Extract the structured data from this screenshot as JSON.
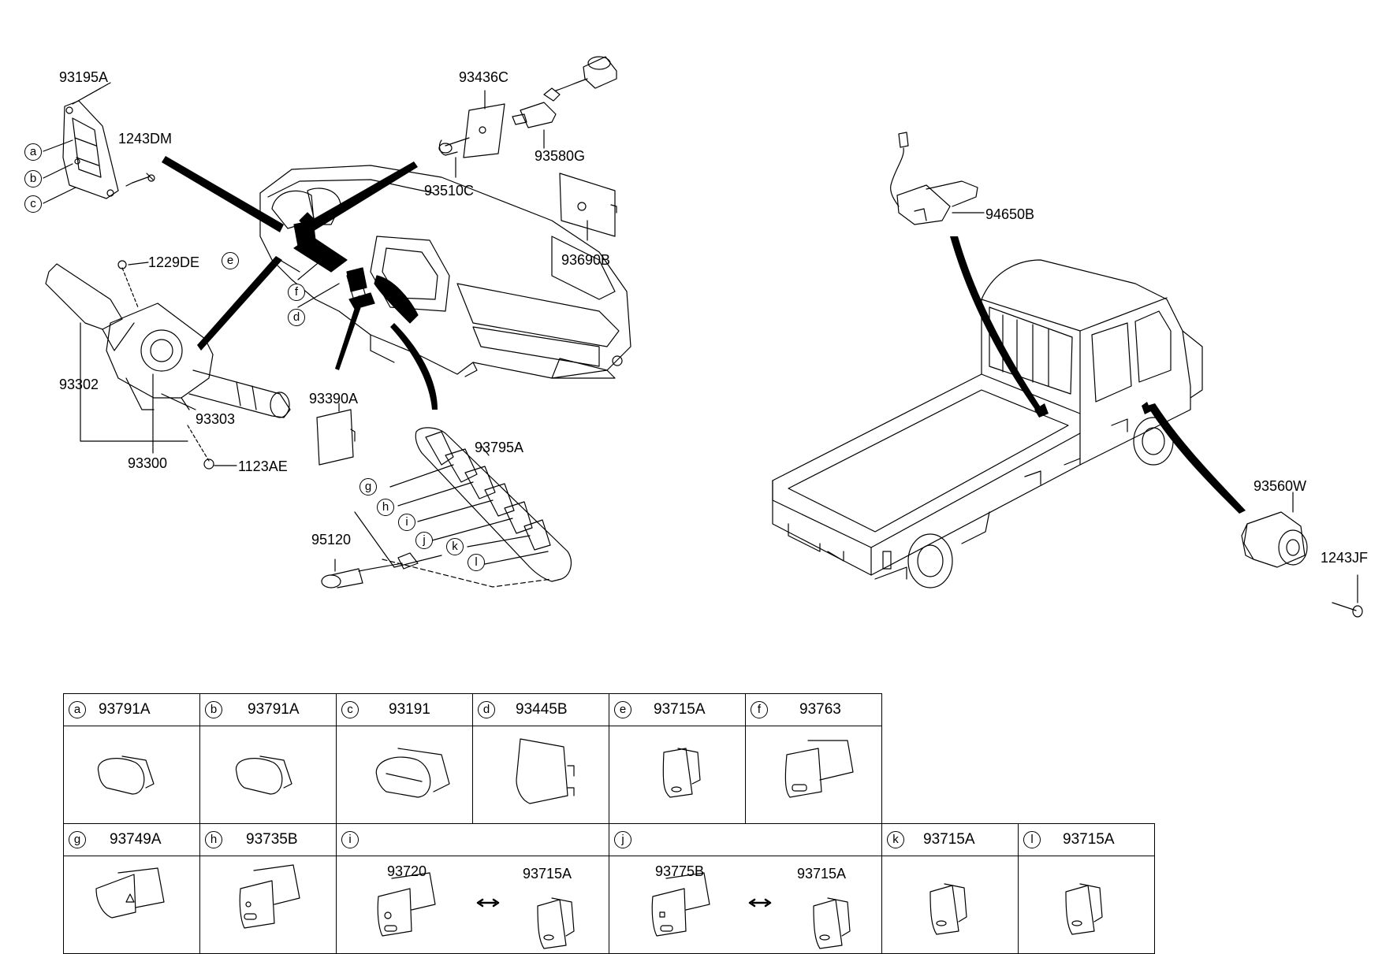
{
  "callouts": {
    "p93195A": "93195A",
    "p1243DM": "1243DM",
    "p1229DE": "1229DE",
    "p93302": "93302",
    "p93303": "93303",
    "p93300": "93300",
    "p1123AE": "1123AE",
    "p93436C": "93436C",
    "p93580G": "93580G",
    "p93510C": "93510C",
    "p93690B": "93690B",
    "p93390A": "93390A",
    "p93795A": "93795A",
    "p95120": "95120",
    "p94650B": "94650B",
    "p93560W": "93560W",
    "p1243JF": "1243JF"
  },
  "letters": {
    "a": "a",
    "b": "b",
    "c": "c",
    "d": "d",
    "e": "e",
    "f": "f",
    "g": "g",
    "h": "h",
    "i": "i",
    "j": "j",
    "k": "k",
    "l": "l"
  },
  "table": {
    "row1": [
      {
        "letter": "a",
        "part": "93791A"
      },
      {
        "letter": "b",
        "part": "93791A"
      },
      {
        "letter": "c",
        "part": "93191"
      },
      {
        "letter": "d",
        "part": "93445B"
      },
      {
        "letter": "e",
        "part": "93715A"
      },
      {
        "letter": "f",
        "part": "93763"
      }
    ],
    "row2": [
      {
        "letter": "g",
        "part": "93749A"
      },
      {
        "letter": "h",
        "part": "93735B"
      },
      {
        "letter": "i",
        "part": "",
        "left": "93720",
        "right": "93715A"
      },
      {
        "letter": "j",
        "part": "",
        "left": "93775B",
        "right": "93715A"
      },
      {
        "letter": "k",
        "part": "93715A"
      },
      {
        "letter": "l",
        "part": "93715A"
      }
    ]
  }
}
